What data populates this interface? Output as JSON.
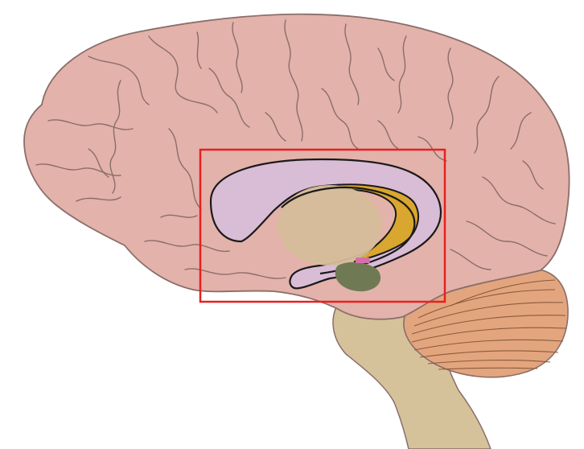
{
  "figure": {
    "subject": "brain-lateral-view",
    "highlight_box_color": "#e82020"
  },
  "colors": {
    "cerebrum": "#e3b2aa",
    "cerebrum_outline": "#8a6e6a",
    "sulci": "#8a6e6a",
    "brainstem": "#d6c29a",
    "cerebellum": "#e3a57e",
    "cerebellum_lines": "#8a5a3c",
    "caudate_body": "#d9bcd6",
    "thalamus": "#d6bd9a",
    "putamen_crescent": "#d9a72f",
    "amygdala": "#6f7a54",
    "pink_nucleus": "#d66fa8"
  },
  "structures": [
    {
      "name": "cerebrum",
      "color_key": "cerebrum"
    },
    {
      "name": "cerebellum",
      "color_key": "cerebellum"
    },
    {
      "name": "brainstem",
      "color_key": "brainstem"
    },
    {
      "name": "caudate-nucleus",
      "color_key": "caudate_body"
    },
    {
      "name": "thalamus",
      "color_key": "thalamus"
    },
    {
      "name": "lentiform-crescent",
      "color_key": "putamen_crescent"
    },
    {
      "name": "amygdala",
      "color_key": "amygdala"
    }
  ]
}
